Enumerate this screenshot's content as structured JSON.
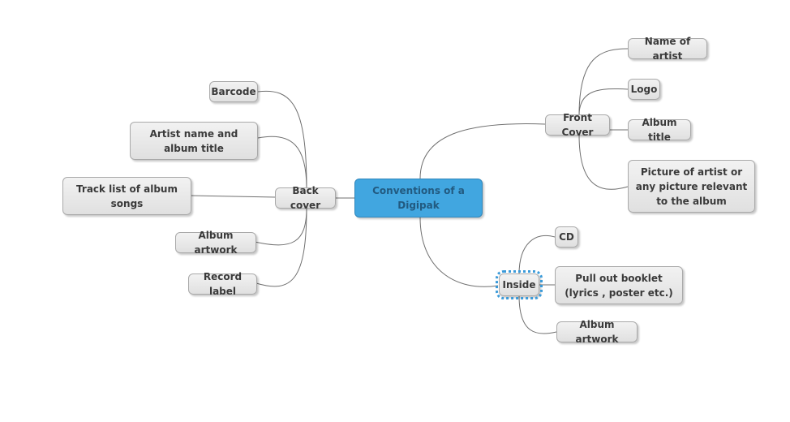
{
  "mindmap": {
    "root": "Conventions of a Digipak",
    "branches": {
      "front_cover": {
        "label": "Front Cover",
        "children": [
          "Name of artist",
          "Logo",
          "Album title",
          "Picture of artist or any picture relevant to the album"
        ]
      },
      "back_cover": {
        "label": "Back cover",
        "children": [
          "Barcode",
          "Artist name and album title",
          "Track list of album songs",
          "Album artwork",
          "Record label"
        ]
      },
      "inside": {
        "label": "Inside",
        "children": [
          "CD",
          "Pull out booklet (lyrics , poster etc.)",
          "Album artwork"
        ]
      }
    },
    "selected_node": "Inside"
  },
  "colors": {
    "root_fill": "#41a6e0",
    "node_fill": "#e6e6e6",
    "line": "#6f6f6f",
    "selection": "#3a9ad9"
  }
}
